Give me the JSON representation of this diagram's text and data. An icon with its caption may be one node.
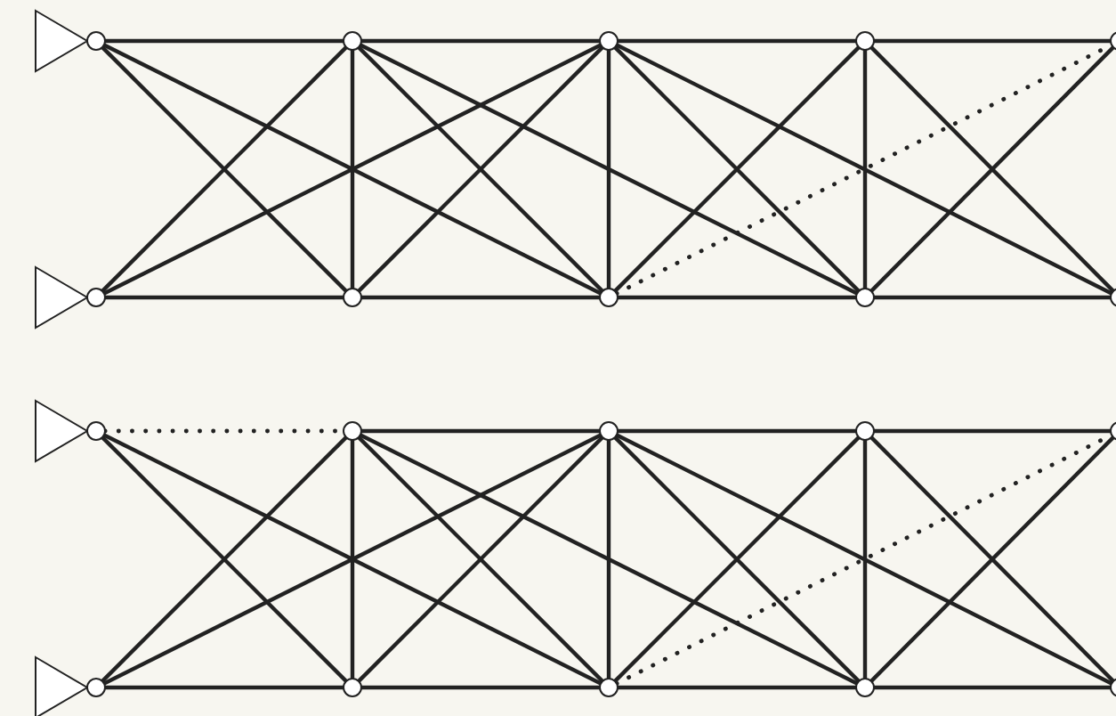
{
  "diagram": {
    "nodes": [
      {
        "text": [],
        "shape": "triangle"
      },
      {
        "text": [],
        "shape": "triangle"
      },
      {
        "text": [],
        "shape": "circle"
      },
      {
        "text": [],
        "shape": "circle"
      },
      {
        "text": [],
        "shape": "circle"
      },
      {
        "text": [],
        "shape": "circle"
      },
      {
        "text": [],
        "shape": "circle"
      },
      {
        "text": [],
        "shape": "circle"
      },
      {
        "text": [],
        "shape": "circle"
      },
      {
        "text": [],
        "shape": "circle"
      },
      {
        "text": [],
        "shape": "circle"
      },
      {
        "text": [],
        "shape": "circle"
      },
      {
        "text": [],
        "shape": "triangle"
      },
      {
        "text": [],
        "shape": "triangle"
      },
      {
        "text": [],
        "shape": "circle"
      },
      {
        "text": [],
        "shape": "circle"
      },
      {
        "text": [],
        "shape": "circle"
      },
      {
        "text": [],
        "shape": "circle"
      },
      {
        "text": [],
        "shape": "circle"
      },
      {
        "text": [],
        "shape": "circle"
      },
      {
        "text": [],
        "shape": "circle"
      },
      {
        "text": [],
        "shape": "circle"
      },
      {
        "text": [],
        "shape": "circle"
      },
      {
        "text": [],
        "shape": "circle"
      }
    ],
    "edges": [
      {
        "from": 2,
        "to": 4,
        "arrow": "none"
      },
      {
        "from": 2,
        "to": 5,
        "arrow": "none"
      },
      {
        "from": 2,
        "to": 7,
        "arrow": "none"
      },
      {
        "from": 3,
        "to": 4,
        "arrow": "none"
      },
      {
        "from": 3,
        "to": 6,
        "arrow": "none"
      },
      {
        "from": 3,
        "to": 5,
        "arrow": "none"
      },
      {
        "from": 4,
        "to": 5,
        "arrow": "none"
      },
      {
        "from": 4,
        "to": 6,
        "arrow": "none"
      },
      {
        "from": 4,
        "to": 7,
        "arrow": "none"
      },
      {
        "from": 4,
        "to": 9,
        "arrow": "none"
      },
      {
        "from": 5,
        "to": 6,
        "arrow": "none"
      },
      {
        "from": 5,
        "to": 7,
        "arrow": "none"
      },
      {
        "from": 6,
        "to": 7,
        "arrow": "none"
      },
      {
        "from": 6,
        "to": 8,
        "arrow": "none"
      },
      {
        "from": 6,
        "to": 9,
        "arrow": "none"
      },
      {
        "from": 6,
        "to": 11,
        "arrow": "none"
      },
      {
        "from": 7,
        "to": 8,
        "arrow": "none"
      },
      {
        "from": 7,
        "to": 9,
        "arrow": "none"
      },
      {
        "from": 7,
        "to": 10,
        "arrow": "none",
        "style": "dashed"
      },
      {
        "from": 8,
        "to": 9,
        "arrow": "none"
      },
      {
        "from": 8,
        "to": 10,
        "arrow": "none"
      },
      {
        "from": 8,
        "to": 11,
        "arrow": "none"
      },
      {
        "from": 9,
        "to": 10,
        "arrow": "none"
      },
      {
        "from": 9,
        "to": 11,
        "arrow": "none"
      },
      {
        "from": 14,
        "to": 16,
        "arrow": "none",
        "style": "dashed"
      },
      {
        "from": 14,
        "to": 17,
        "arrow": "none"
      },
      {
        "from": 14,
        "to": 19,
        "arrow": "none"
      },
      {
        "from": 15,
        "to": 16,
        "arrow": "none"
      },
      {
        "from": 15,
        "to": 18,
        "arrow": "none"
      },
      {
        "from": 15,
        "to": 17,
        "arrow": "none"
      },
      {
        "from": 16,
        "to": 17,
        "arrow": "none"
      },
      {
        "from": 16,
        "to": 18,
        "arrow": "none"
      },
      {
        "from": 16,
        "to": 19,
        "arrow": "none"
      },
      {
        "from": 16,
        "to": 21,
        "arrow": "none"
      },
      {
        "from": 17,
        "to": 18,
        "arrow": "none"
      },
      {
        "from": 17,
        "to": 19,
        "arrow": "none"
      },
      {
        "from": 18,
        "to": 19,
        "arrow": "none"
      },
      {
        "from": 18,
        "to": 20,
        "arrow": "none"
      },
      {
        "from": 18,
        "to": 21,
        "arrow": "none"
      },
      {
        "from": 18,
        "to": 23,
        "arrow": "none"
      },
      {
        "from": 19,
        "to": 20,
        "arrow": "none"
      },
      {
        "from": 19,
        "to": 21,
        "arrow": "none"
      },
      {
        "from": 19,
        "to": 22,
        "arrow": "none",
        "style": "dashed"
      },
      {
        "from": 20,
        "to": 21,
        "arrow": "none"
      },
      {
        "from": 20,
        "to": 22,
        "arrow": "none"
      },
      {
        "from": 20,
        "to": 23,
        "arrow": "none"
      },
      {
        "from": 21,
        "to": 22,
        "arrow": "none"
      },
      {
        "from": 21,
        "to": 23,
        "arrow": "none"
      }
    ]
  }
}
